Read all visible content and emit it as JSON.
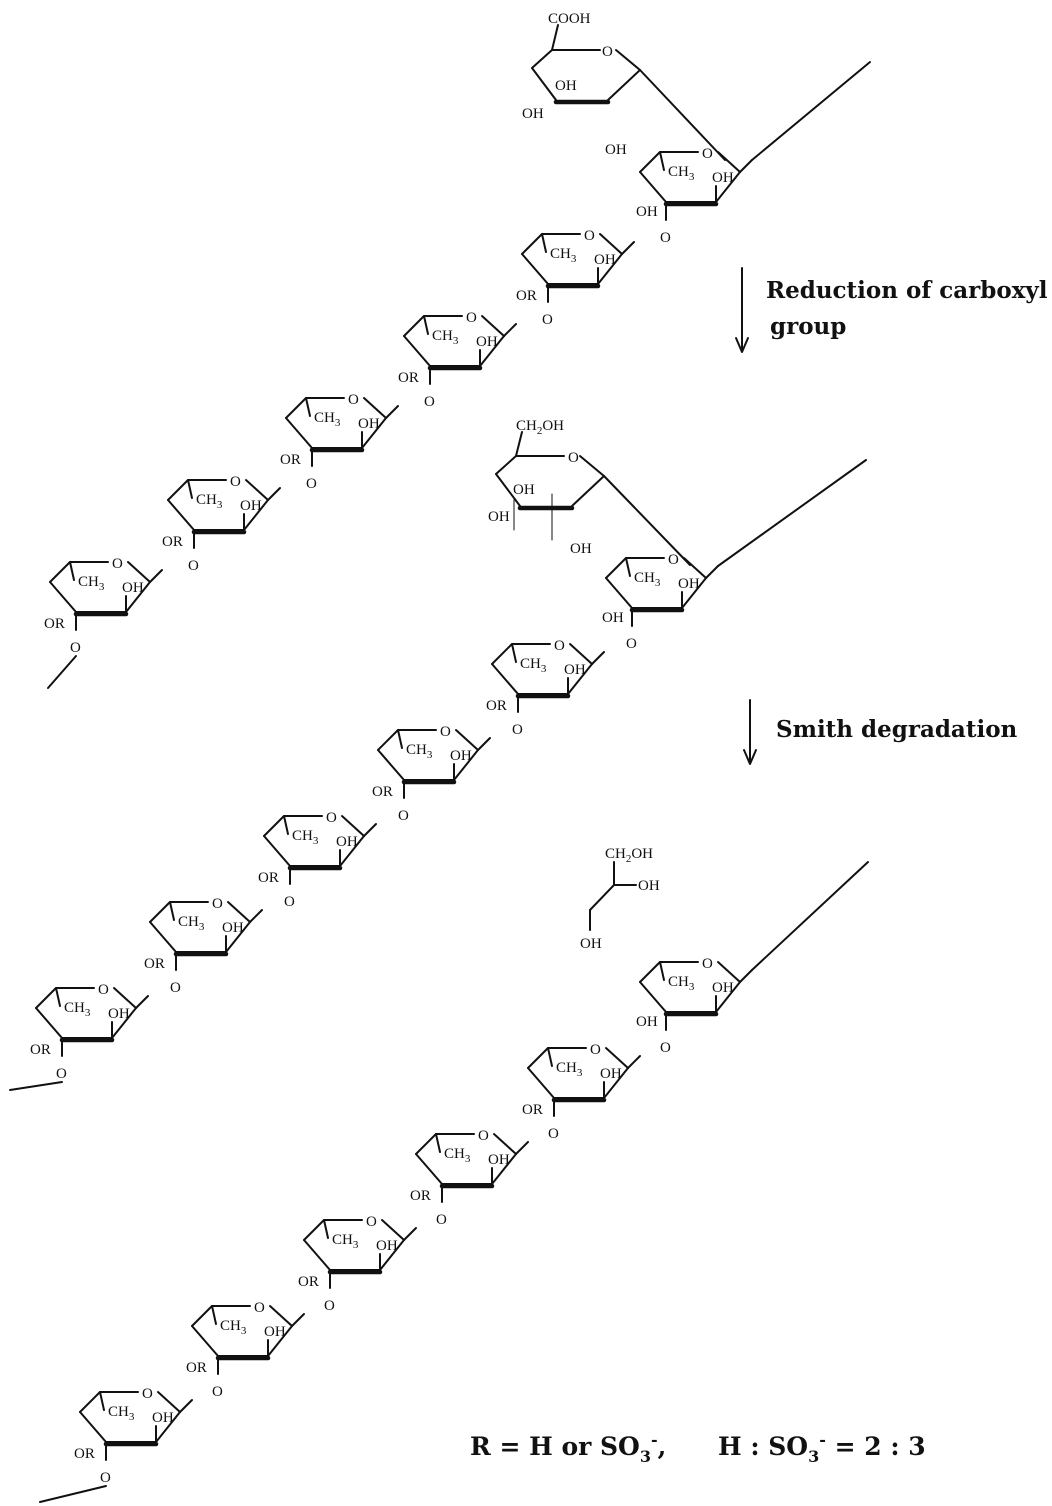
{
  "steps": {
    "step1_line1": "Reduction of carboxyl",
    "step1_line2": "group",
    "step2": "Smith degradation"
  },
  "labels": {
    "o": "O",
    "oh": "OH",
    "or": "OR",
    "ch3": "CH",
    "ch3_sub": "3",
    "cooh": "COOH",
    "ch2oh_main": "CH",
    "ch2oh_sub": "2",
    "ch2oh_end": "OH"
  },
  "formula": {
    "r_def": "R = H or SO",
    "r_sub": "3",
    "r_sup": "-",
    "r_comma": ",",
    "ratio_h": "H : SO",
    "ratio_sub": "3",
    "ratio_sup": "-",
    "ratio_val": " = 2 : 3"
  },
  "icons": [
    "down-arrow-icon"
  ]
}
